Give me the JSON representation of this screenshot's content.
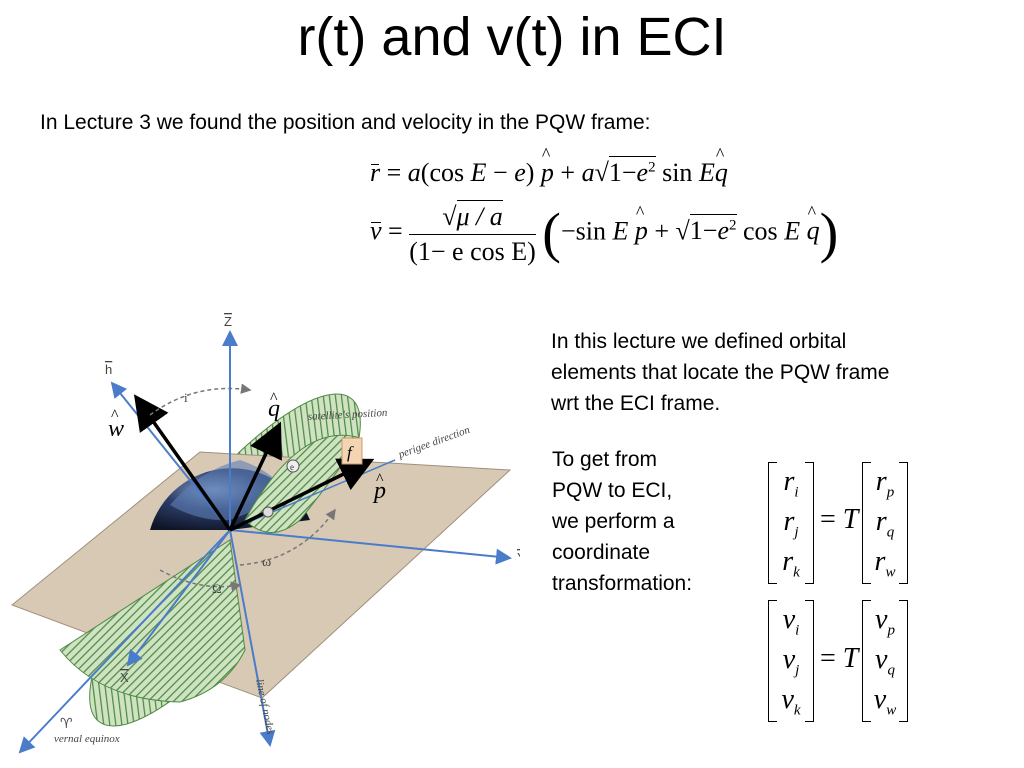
{
  "slide": {
    "title": "r(t) and v(t) in ECI",
    "intro": "In Lecture 3 we found the position and velocity in the PQW frame:",
    "paragraph1_lines": [
      "In this lecture we defined orbital",
      "elements that locate the PQW frame",
      "wrt the ECI frame."
    ],
    "paragraph2_lines": [
      "To get from",
      "PQW to ECI,",
      "we perform a",
      "coordinate",
      "transformation:"
    ]
  },
  "equations": {
    "r_eq": {
      "lhs": "r",
      "a": "a",
      "cos": "cos",
      "E": "E",
      "e": "e",
      "p": "p",
      "one_minus": "1−",
      "e2": "e",
      "exp": "2",
      "sin": "sin",
      "Eq": "E",
      "q": "q"
    },
    "v_eq": {
      "lhs": "v",
      "num_mu": "μ / a",
      "den": "(1− e cos E)",
      "minus_sin": "−sin",
      "E": "E",
      "p": "p",
      "one_minus": "1−",
      "e2": "e",
      "exp": "2",
      "cos": "cos",
      "E2": "E",
      "q": "q"
    }
  },
  "matrices": {
    "T": "T",
    "r_eci": [
      [
        "r",
        "i"
      ],
      [
        "r",
        "j"
      ],
      [
        "r",
        "k"
      ]
    ],
    "r_pqw": [
      [
        "r",
        "p"
      ],
      [
        "r",
        "q"
      ],
      [
        "r",
        "w"
      ]
    ],
    "v_eci": [
      [
        "v",
        "i"
      ],
      [
        "v",
        "j"
      ],
      [
        "v",
        "k"
      ]
    ],
    "v_pqw": [
      [
        "v",
        "p"
      ],
      [
        "v",
        "q"
      ],
      [
        "v",
        "w"
      ]
    ]
  },
  "diagram_labels": {
    "z_axis": "Z",
    "h_axis": "h",
    "x_axis": "X",
    "y_axis": "Y",
    "w_hat": "w",
    "q_hat": "q",
    "p_hat": "p",
    "f": "f",
    "incl": "i",
    "omega": "ω",
    "Omega": "Ω",
    "satellite": "satellite's position",
    "perigee": "perigee direction",
    "line_nodes": "line of nodes",
    "vernal_symbol": "♈",
    "vernal": "vernal equinox",
    "e_vec": "e"
  }
}
